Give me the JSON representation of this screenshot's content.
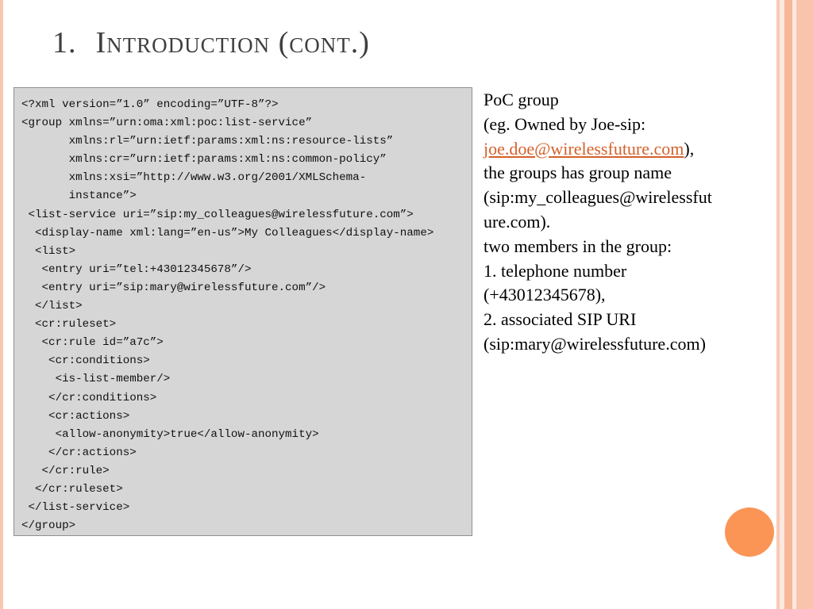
{
  "slide": {
    "title_number": "1.",
    "title_text": "Introduction (cont.)"
  },
  "code": {
    "lines": [
      "<?xml version=”1.0” encoding=”UTF-8”?>",
      "<group xmlns=”urn:oma:xml:poc:list-service”",
      "       xmlns:rl=”urn:ietf:params:xml:ns:resource-lists”",
      "       xmlns:cr=”urn:ietf:params:xml:ns:common-policy”",
      "       xmlns:xsi=”http://www.w3.org/2001/XMLSchema-",
      "       instance”>",
      " <list-service uri=”sip:my_colleagues@wirelessfuture.com”>",
      "  <display-name xml:lang=”en-us”>My Colleagues</display-name>",
      "  <list>",
      "   <entry uri=”tel:+43012345678”/>",
      "   <entry uri=”sip:mary@wirelessfuture.com”/>",
      "  </list>",
      "  <cr:ruleset>",
      "   <cr:rule id=”a7c”>",
      "    <cr:conditions>",
      "     <is-list-member/>",
      "    </cr:conditions>",
      "    <cr:actions>",
      "     <allow-anonymity>true</allow-anonymity>",
      "    </cr:actions>",
      "   </cr:rule>",
      "  </cr:ruleset>",
      " </list-service>",
      "</group>"
    ]
  },
  "description": {
    "line1": "PoC  group",
    "line2": "(eg. Owned by Joe-sip:",
    "link": "joe.doe@wirelessfuture.com",
    "line3_suffix": "),",
    "line4": "the groups has group name",
    "line5": "(sip:my_colleagues@wirelessfut",
    "line6": "ure.com).",
    "line7": "two members in the group:",
    "line8": "1. telephone number",
    "line9": "(+43012345678),",
    "line10": "2. associated SIP URI",
    "line11": "(sip:mary@wirelessfuture.com)"
  },
  "colors": {
    "accent": "#fa9556",
    "link": "#d4602a",
    "code_bg": "#d6d6d6"
  }
}
